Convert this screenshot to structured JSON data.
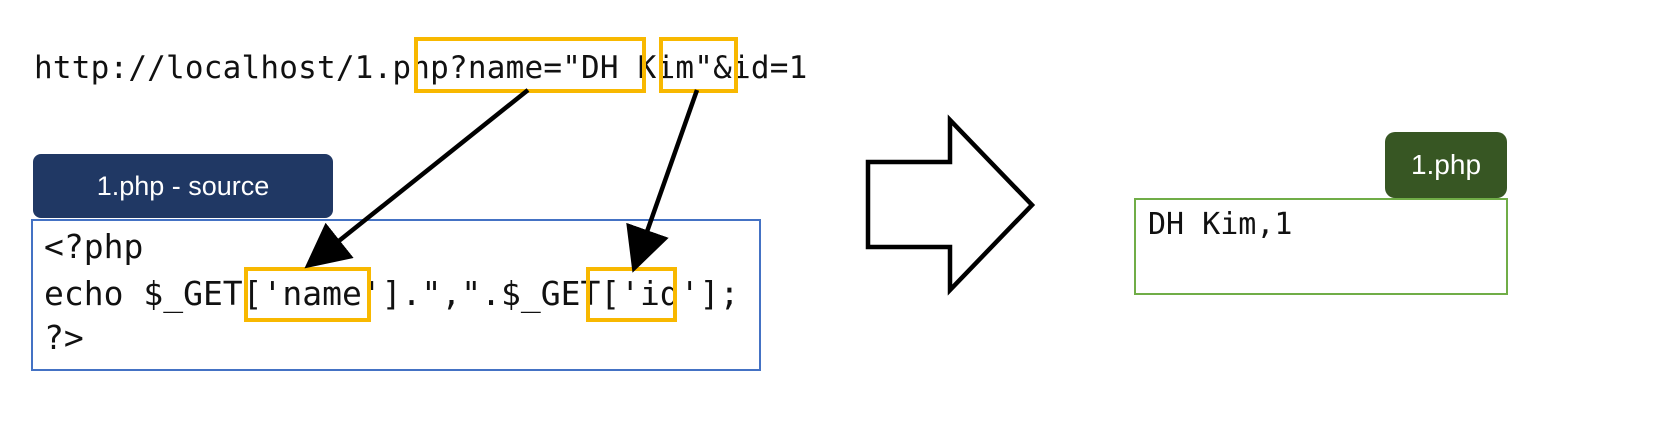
{
  "url": {
    "base": "http://localhost/1.php?",
    "name_param": "name=\"DH Kim\"",
    "separator": "&",
    "id_param": "id=1"
  },
  "source": {
    "tab_label": "1.php - source",
    "line1": "<?php",
    "line2_a": "echo $_GET[",
    "line2_name": "'name'",
    "line2_b": "].\",\".$_GET[",
    "line2_id": "'id'",
    "line2_c": "];",
    "line3": "?>"
  },
  "output": {
    "tab_label": "1.php",
    "text": "DH Kim,1"
  },
  "colors": {
    "highlight": "#f8b800",
    "source_tab": "#203864",
    "source_border": "#4472c4",
    "output_tab": "#375623",
    "output_border": "#70ad47"
  }
}
